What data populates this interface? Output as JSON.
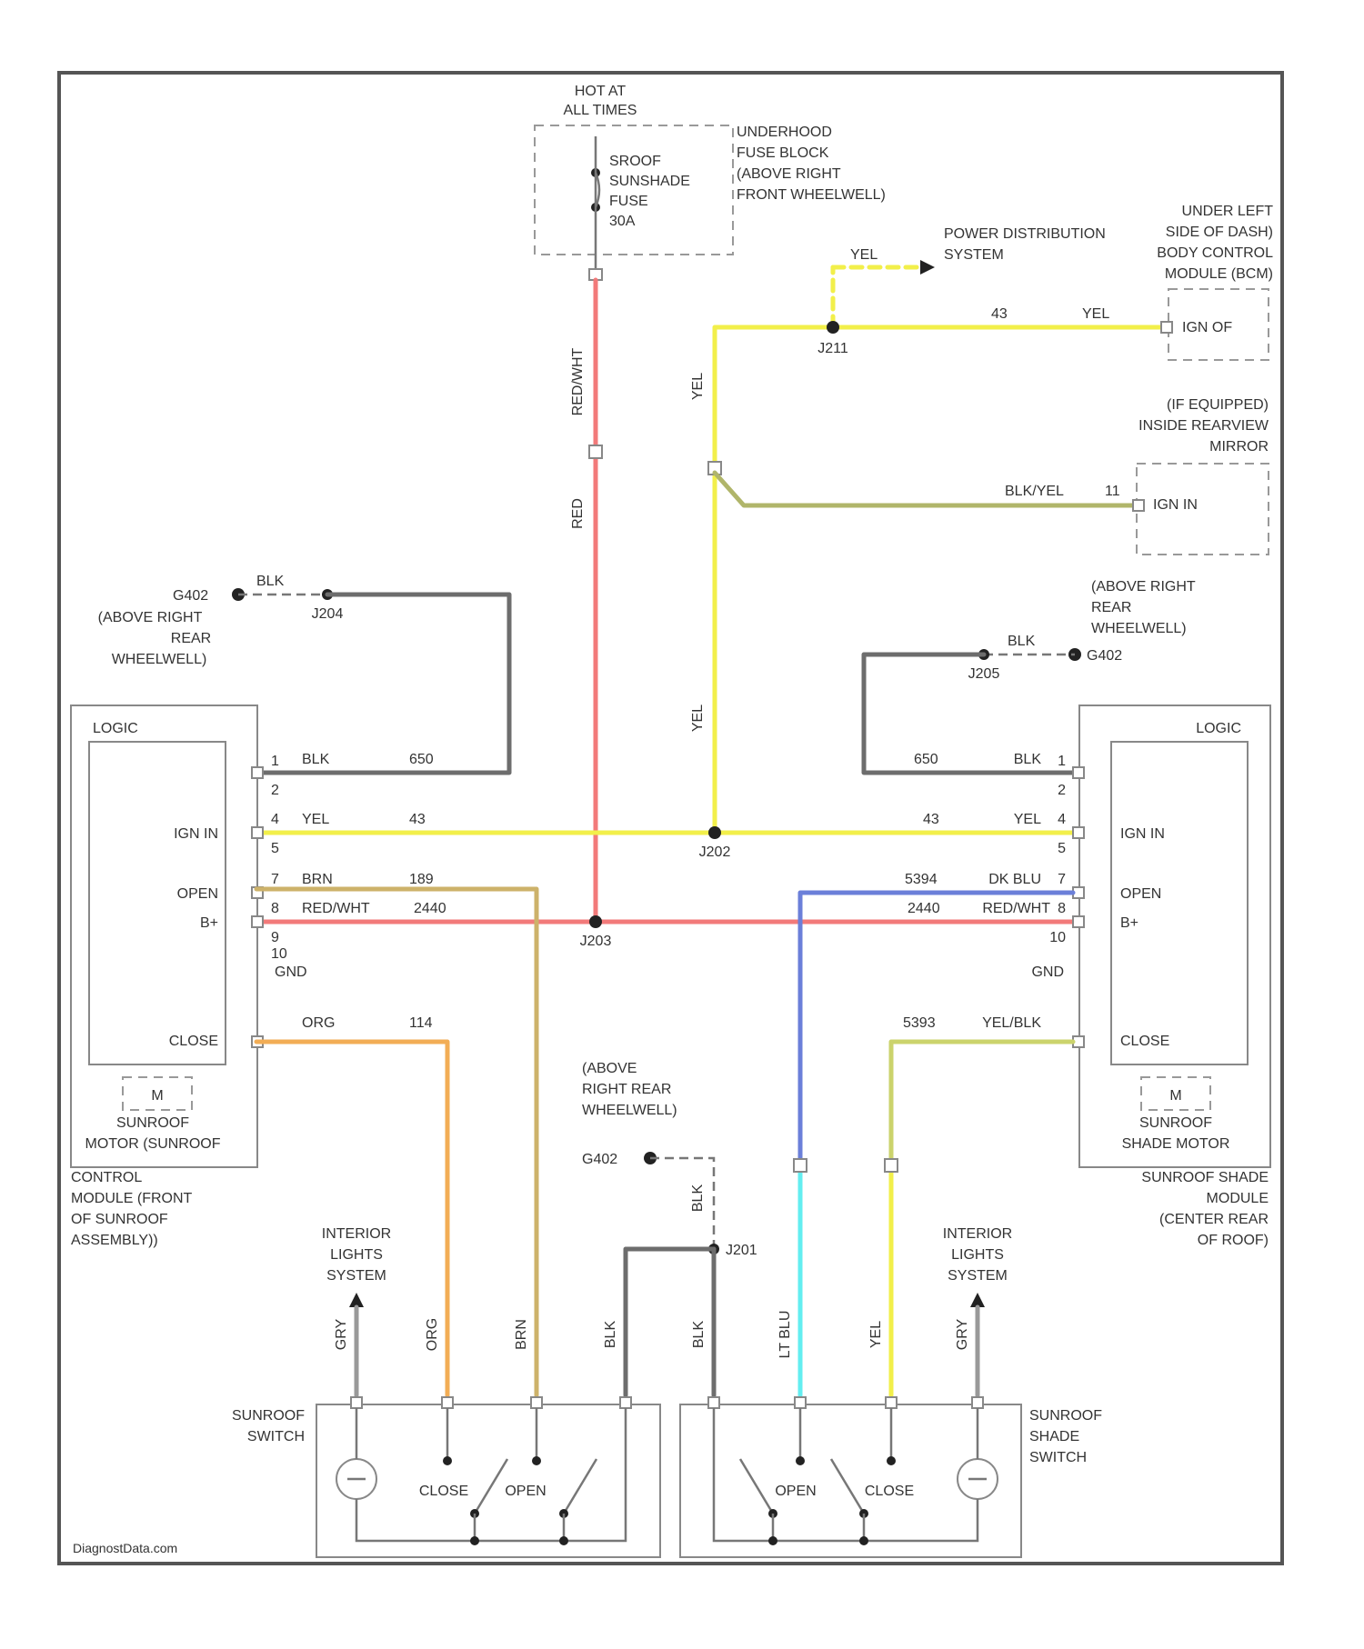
{
  "colors": {
    "red_wht": "#f27a7a",
    "yel": "#f2ef4a",
    "blk": "#6d6d6d",
    "blk_yel": "#b0b56a",
    "brn": "#cdb26a",
    "org": "#f2ad55",
    "dk_blu": "#6b7fd9",
    "lt_blu": "#63eef0",
    "yel_blk": "#cbd36c",
    "gry": "#999999"
  },
  "fuse_block": {
    "hot_label": [
      "HOT AT",
      "ALL TIMES"
    ],
    "fuse_label": [
      "SROOF",
      "SUNSHADE",
      "FUSE",
      "30A"
    ],
    "location": [
      "UNDERHOOD",
      "FUSE BLOCK",
      "(ABOVE RIGHT",
      "FRONT WHEELWELL)"
    ]
  },
  "power_dist": {
    "label": [
      "POWER DISTRIBUTION",
      "SYSTEM"
    ],
    "wire": "YEL"
  },
  "bcm": {
    "location": [
      "UNDER LEFT",
      "SIDE OF DASH)",
      "BODY CONTROL",
      "MODULE (BCM)"
    ],
    "signal": "IGN OF",
    "circuit": "43",
    "wire": "YEL"
  },
  "mirror": {
    "location": [
      "(IF EQUIPPED)",
      "INSIDE REARVIEW",
      "MIRROR"
    ],
    "signal": "IGN IN",
    "wire": "BLK/YEL",
    "pin": "11"
  },
  "splices": {
    "j211": "J211",
    "j202": "J202",
    "j203": "J203",
    "j204": "J204",
    "j205": "J205",
    "j201": "J201"
  },
  "grounds": {
    "left": {
      "name": "G402",
      "wire": "BLK",
      "location": [
        "(ABOVE RIGHT",
        "REAR",
        "WHEELWELL)"
      ]
    },
    "right": {
      "name": "G402",
      "wire": "BLK",
      "location": [
        "(ABOVE RIGHT",
        "REAR",
        "WHEELWELL)"
      ]
    },
    "bottom": {
      "name": "G402",
      "wire": "BLK",
      "location": [
        "(ABOVE",
        "RIGHT REAR",
        "WHEELWELL)"
      ]
    }
  },
  "wire_labels": {
    "red_wht": "RED/WHT",
    "red": "RED",
    "yel": "YEL",
    "blk": "BLK",
    "brn": "BRN",
    "org": "ORG",
    "dk_blu": "DK BLU",
    "lt_blu": "LT BLU",
    "yel_blk": "YEL/BLK",
    "gry": "GRY",
    "red_wht_short": "RED/WHT"
  },
  "left_module": {
    "header": "LOGIC",
    "signals": [
      "IGN IN",
      "OPEN",
      "B+",
      "CLOSE"
    ],
    "gnd": "GND",
    "motor_symbol": "M",
    "pins": [
      "1",
      "2",
      "4",
      "5",
      "7",
      "8",
      "9",
      "10"
    ],
    "wires": [
      {
        "color": "BLK",
        "circuit": "650"
      },
      {
        "color": "YEL",
        "circuit": "43"
      },
      {
        "color": "BRN",
        "circuit": "189"
      },
      {
        "color": "RED/WHT",
        "circuit": "2440"
      },
      {
        "color": "ORG",
        "circuit": "114"
      }
    ],
    "name": [
      "SUNROOF",
      "MOTOR (SUNROOF"
    ],
    "location": [
      "CONTROL",
      "MODULE (FRONT",
      "OF SUNROOF",
      "ASSEMBLY))"
    ]
  },
  "right_module": {
    "header": "LOGIC",
    "signals": [
      "IGN IN",
      "OPEN",
      "B+",
      "CLOSE"
    ],
    "gnd": "GND",
    "motor_symbol": "M",
    "pins": [
      "1",
      "2",
      "4",
      "5",
      "7",
      "8",
      "10"
    ],
    "wires": [
      {
        "color": "BLK",
        "circuit": "650"
      },
      {
        "color": "YEL",
        "circuit": "43"
      },
      {
        "color": "DK BLU",
        "circuit": "5394"
      },
      {
        "color": "RED/WHT",
        "circuit": "2440"
      },
      {
        "color": "YEL/BLK",
        "circuit": "5393"
      }
    ],
    "name": [
      "SUNROOF",
      "SHADE MOTOR"
    ],
    "location": [
      "SUNROOF SHADE",
      "MODULE",
      "(CENTER REAR",
      "OF ROOF)"
    ]
  },
  "interior_lights": [
    "INTERIOR",
    "LIGHTS",
    "SYSTEM"
  ],
  "sunroof_switch": {
    "name": [
      "SUNROOF",
      "SWITCH"
    ],
    "close": "CLOSE",
    "open": "OPEN"
  },
  "shade_switch": {
    "name": [
      "SUNROOF",
      "SHADE",
      "SWITCH"
    ],
    "open": "OPEN",
    "close": "CLOSE"
  },
  "watermark": "DiagnostData.com"
}
